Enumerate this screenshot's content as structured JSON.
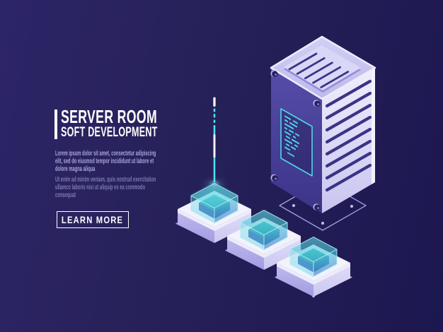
{
  "hero": {
    "title": "SERVER ROOM",
    "subtitle": "SOFT DEVELOPMENT",
    "paragraph1": {
      "lines": [
        "Lorem ipsum dolor sit amet, consectetur adipiscing",
        "elit, sed do eiusmod tempor incididunt ut labore et",
        "dolore magna aliqua"
      ]
    },
    "paragraph2": {
      "lines": [
        "Ut enim ad minim veniam, quis nostrud exercitation",
        "ullamco laboris nisi ut aliquip ex ea commodo",
        "consequat"
      ]
    },
    "cta_label": "LEARN MORE"
  },
  "illustration": {
    "elements": [
      "server-tower",
      "data-beam",
      "storage-node",
      "wireframe-base"
    ]
  },
  "colors": {
    "background_left": "#2c2567",
    "background_right": "#1c1750",
    "heading_text": "#ffffff",
    "paragraph_primary": "#a8a4d8",
    "paragraph_secondary": "#7d78b0",
    "cta_text": "#ffffff",
    "cta_border": "#ffffff",
    "neon_cyan": "#4fd6e8",
    "beam_cyan": "#49e2f0",
    "beam_core": "#ffffff",
    "vent_stripe": "#3a3486",
    "wireframe": "#a29de2",
    "wireframe_dot": "#c4c0f2",
    "server_left_face": "#4a4299",
    "server_right_face": "#e8e6fa",
    "server_top_face": "#c9c6f0",
    "platform_top": "#f3f2fd",
    "glass_cyan": "#54cfdc",
    "inner_cube_blue": "#3f6fc1",
    "inner_cube_teal": "#2fa5b2"
  }
}
